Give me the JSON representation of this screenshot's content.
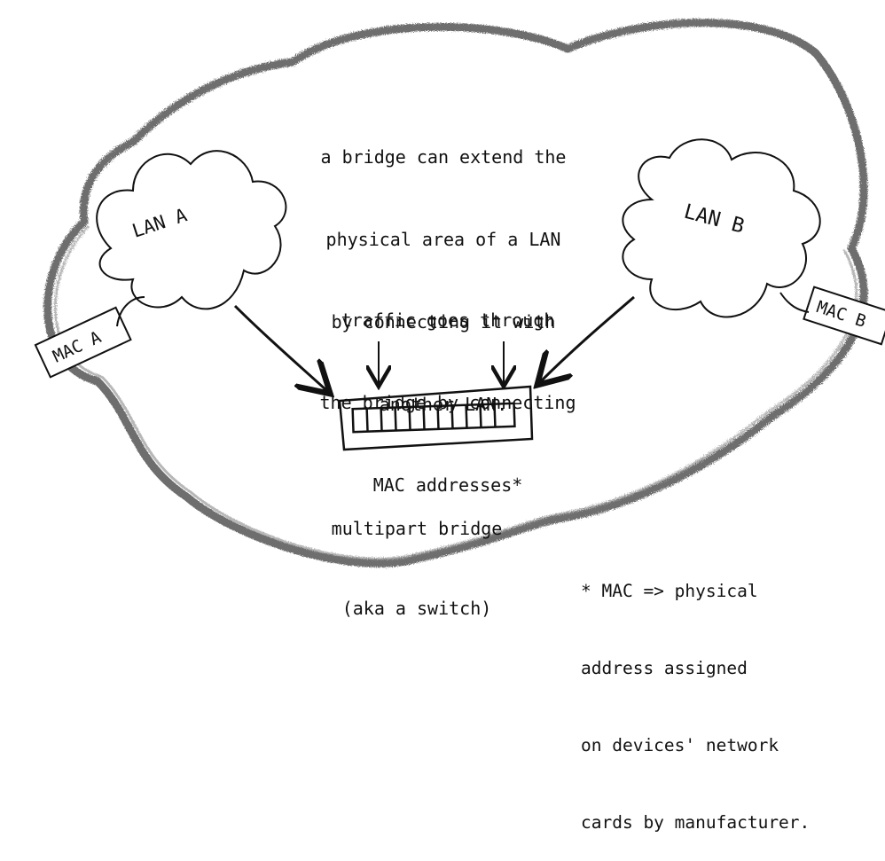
{
  "intro_lines": [
    "a bridge can extend the",
    "physical area of a LAN",
    "by connecting it with",
    "another LAN."
  ],
  "traffic_lines": [
    "traffic goes through",
    "the bridge by connecting",
    "MAC addresses*"
  ],
  "lan_a": "LAN A",
  "lan_b": "LAN B",
  "mac_a": "MAC A",
  "mac_b": "MAC B",
  "bridge_lines": [
    "multipart bridge",
    "(aka a switch)"
  ],
  "footnote_lines": [
    "* MAC => physical",
    "address assigned",
    "on devices' network",
    "cards by manufacturer."
  ],
  "colors": {
    "ink": "#111111",
    "cloud_outer": "#555555",
    "background": "#ffffff"
  }
}
